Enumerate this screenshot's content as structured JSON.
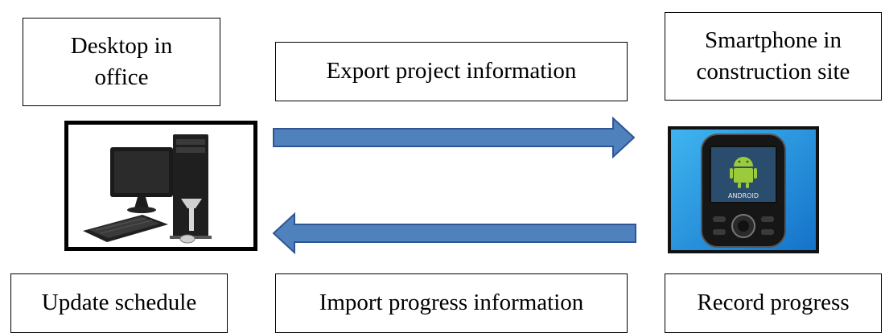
{
  "labels": {
    "desktop": [
      "Desktop in",
      "office"
    ],
    "export": "Export project information",
    "smartphone": [
      "Smartphone in",
      "construction site"
    ],
    "update": "Update schedule",
    "import": "Import progress information",
    "record": "Record progress"
  },
  "images": {
    "desktop": "desktop-computer-icon",
    "phone": "android-smartphone-icon",
    "phone_logo_text": "ANDROID"
  },
  "colors": {
    "arrow_fill": "#4f81bd",
    "arrow_stroke": "#2f5597",
    "screen_bg": "#1e9be6",
    "android_green": "#9bcb3b"
  },
  "arrows": [
    {
      "direction": "right",
      "from": "desktop",
      "to": "smartphone"
    },
    {
      "direction": "left",
      "from": "smartphone",
      "to": "desktop"
    }
  ]
}
